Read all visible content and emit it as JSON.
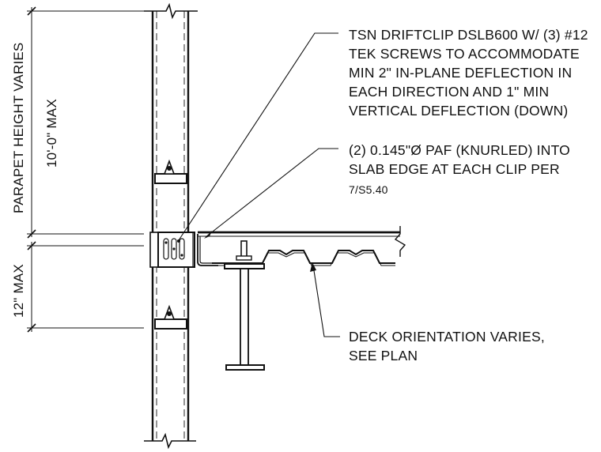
{
  "notes": {
    "driftclip": [
      "TSN DRIFTCLIP DSLB600 W/ (3) #12",
      "TEK SCREWS TO ACCOMMODATE",
      "MIN 2\" IN-PLANE DEFLECTION IN",
      "EACH DIRECTION AND 1\" MIN",
      "VERTICAL DEFLECTION (DOWN)"
    ],
    "paf": [
      "(2) 0.145\"Ø PAF (KNURLED) INTO",
      "SLAB EDGE AT EACH CLIP PER"
    ],
    "paf_ref": "7/S5.40",
    "deck": [
      "DECK ORIENTATION VARIES,",
      "SEE PLAN"
    ]
  },
  "dimensions": {
    "parapet_line1": "PARAPET HEIGHT VARIES",
    "parapet_line2": "10'-0\" MAX",
    "clip_max": "12\" MAX"
  },
  "colors": {
    "ink": "#111111",
    "background": "#ffffff"
  }
}
